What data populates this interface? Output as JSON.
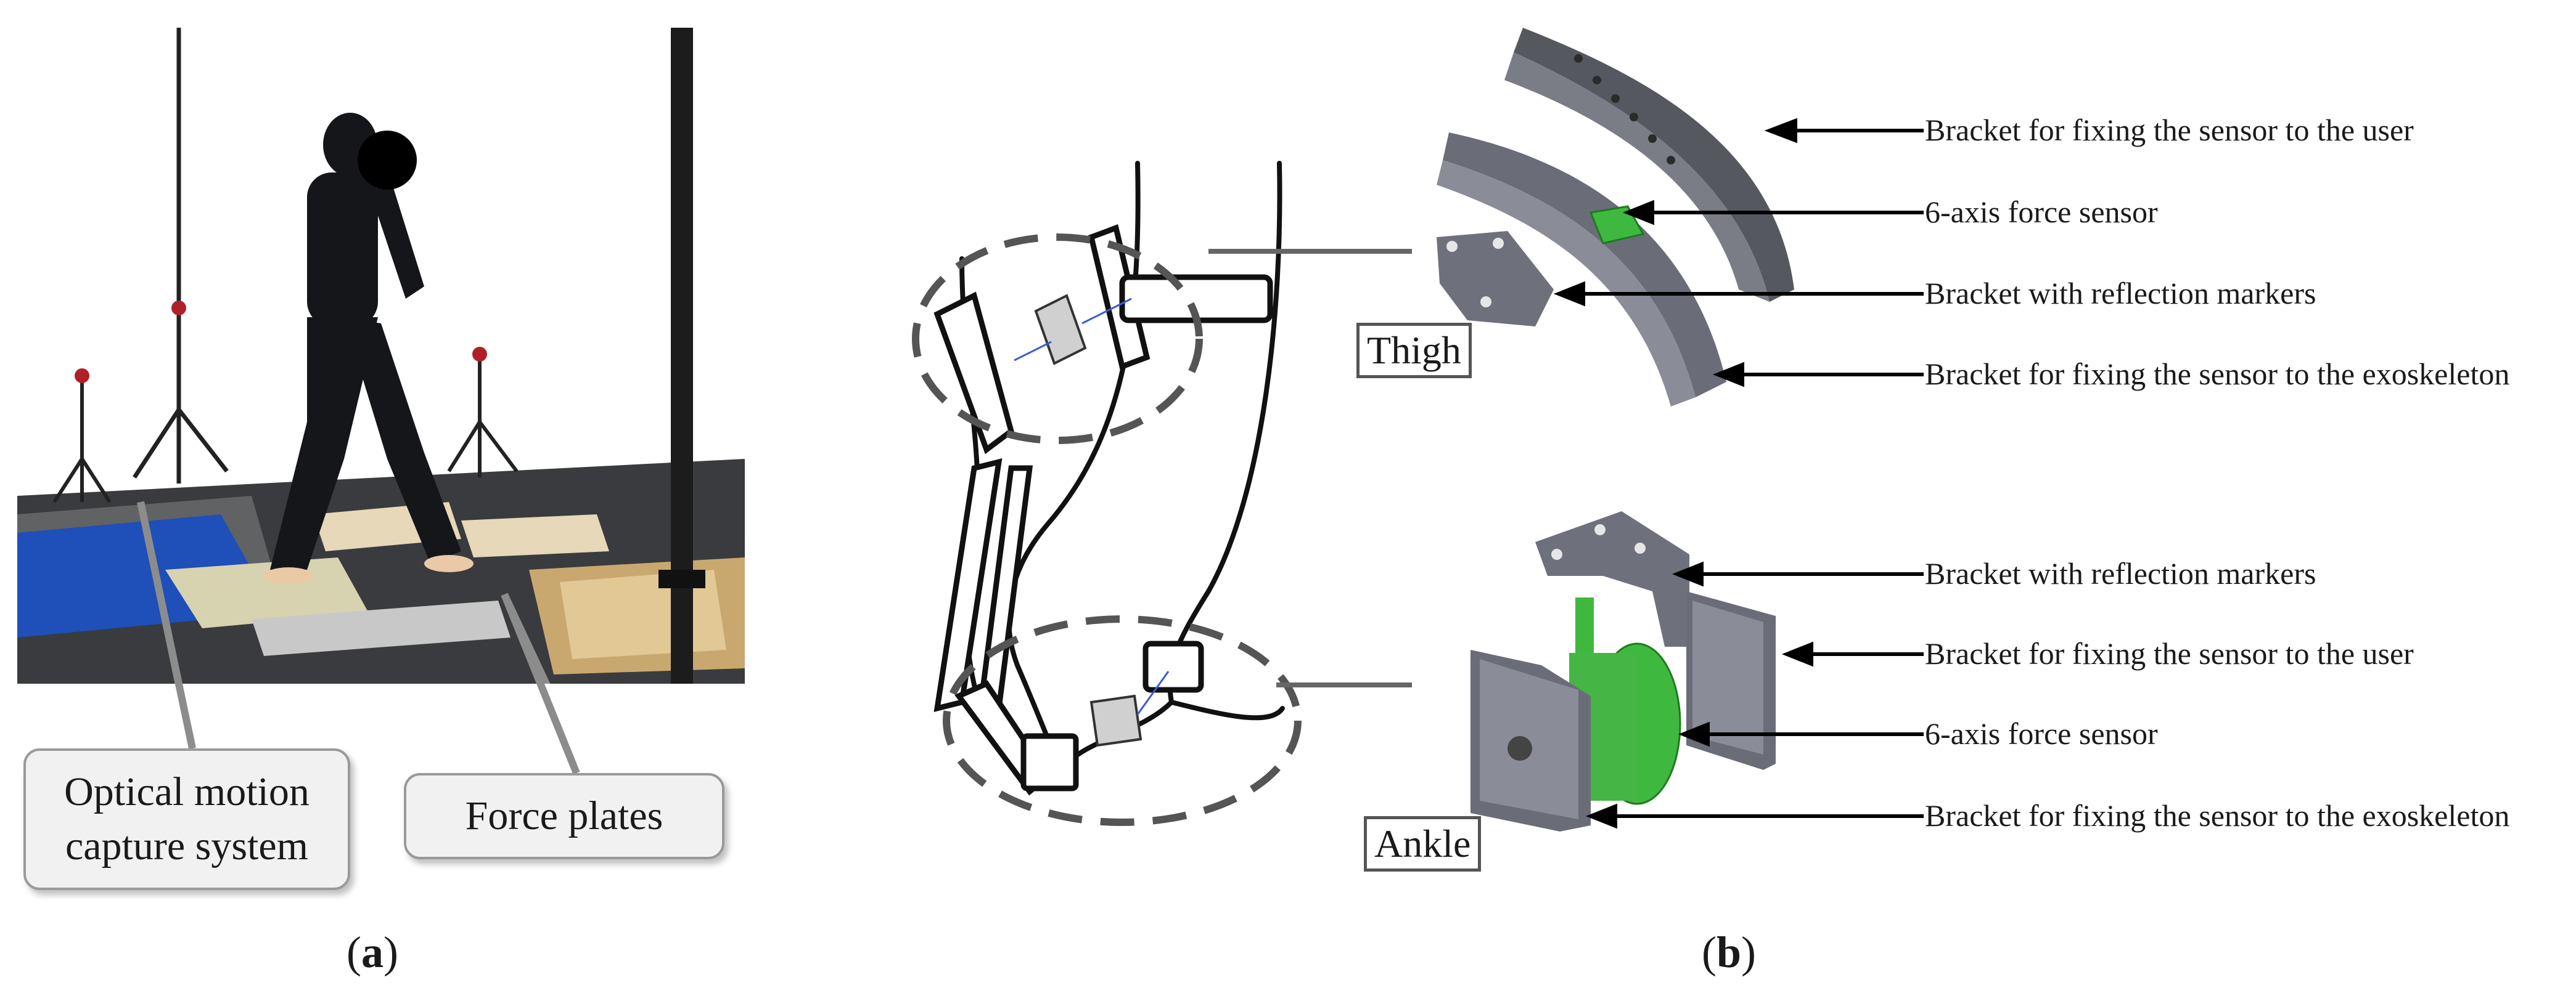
{
  "panel_a": {
    "callouts": {
      "motion_capture_line1": "Optical motion",
      "motion_capture_line2": "capture system",
      "force_plates": "Force plates"
    },
    "caption_open": "(",
    "caption_letter": "a",
    "caption_close": ")"
  },
  "panel_b": {
    "thigh": {
      "box_label": "Thigh",
      "labels": [
        "Bracket for fixing the sensor to the user",
        "6-axis force sensor",
        "Bracket with reflection markers",
        "Bracket for fixing the sensor to the exoskeleton"
      ]
    },
    "ankle": {
      "box_label": "Ankle",
      "labels": [
        "Bracket with reflection markers",
        "Bracket for fixing the sensor to the user",
        "6-axis force sensor",
        "Bracket for fixing the sensor to the exoskeleton"
      ]
    },
    "caption_open": "(",
    "caption_letter": "b",
    "caption_close": ")"
  },
  "colors": {
    "sensor_green": "#3fb83f",
    "bracket_gray": "#6a6d78",
    "mat_blue": "#1f4fb8"
  }
}
